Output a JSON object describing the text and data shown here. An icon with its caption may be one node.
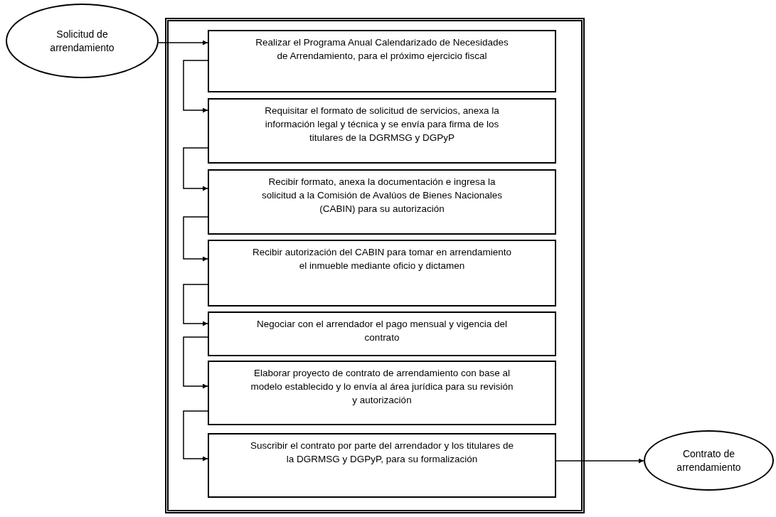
{
  "diagram": {
    "nodes": [
      {
        "text": [
          "Solicitud de arrendamiento"
        ]
      },
      {
        "text": [],
        "shape": "box"
      },
      {
        "text": [
          "Realizar el Programa Anual Calendarizado de Necesidades de Arrendamiento, para el próximo ejercicio fiscal"
        ],
        "in": 1
      },
      {
        "text": [
          "Requisitar el formato de solicitud de servicios, anexa la información legal y técnica y se envía para firma de los titulares de la DGRMSG y DGPyP"
        ],
        "in": 1
      },
      {
        "text": [
          "Recibir formato, anexa la documentación e ingresa la solicitud a la Comisión de Avalúos de Bienes Nacionales (CABIN) para su autorización"
        ],
        "in": 1
      },
      {
        "text": [
          "Recibir autorización del CABIN para tomar en arrendamiento el inmueble mediante oficio y dictamen"
        ],
        "in": 1
      },
      {
        "text": [
          "Negociar con el arrendador el pago mensual y vigencia del contrato"
        ],
        "in": 1
      },
      {
        "text": [
          "Elaborar proyecto de contrato de arrendamiento con base al modelo establecido y lo envía al área jurídica para su revisión y autorización"
        ],
        "in": 1
      },
      {
        "text": [
          "Suscribir el contrato por parte del arrendador y los titulares de la DGRMSG y DGPyP, para su formalización"
        ],
        "in": 1
      },
      {
        "text": [
          "Contrato de arrendamiento"
        ]
      }
    ],
    "edges": [
      {
        "from": 0,
        "to": 2,
        "arrow": "to"
      },
      {
        "from": 2,
        "to": 3,
        "arrow": "to"
      },
      {
        "from": 3,
        "to": 4,
        "arrow": "to"
      },
      {
        "from": 4,
        "to": 5,
        "arrow": "to"
      },
      {
        "from": 5,
        "to": 6,
        "arrow": "to"
      },
      {
        "from": 6,
        "to": 7,
        "arrow": "to"
      },
      {
        "from": 7,
        "to": 8,
        "arrow": "to"
      },
      {
        "from": 8,
        "to": 9,
        "arrow": "to"
      }
    ]
  }
}
